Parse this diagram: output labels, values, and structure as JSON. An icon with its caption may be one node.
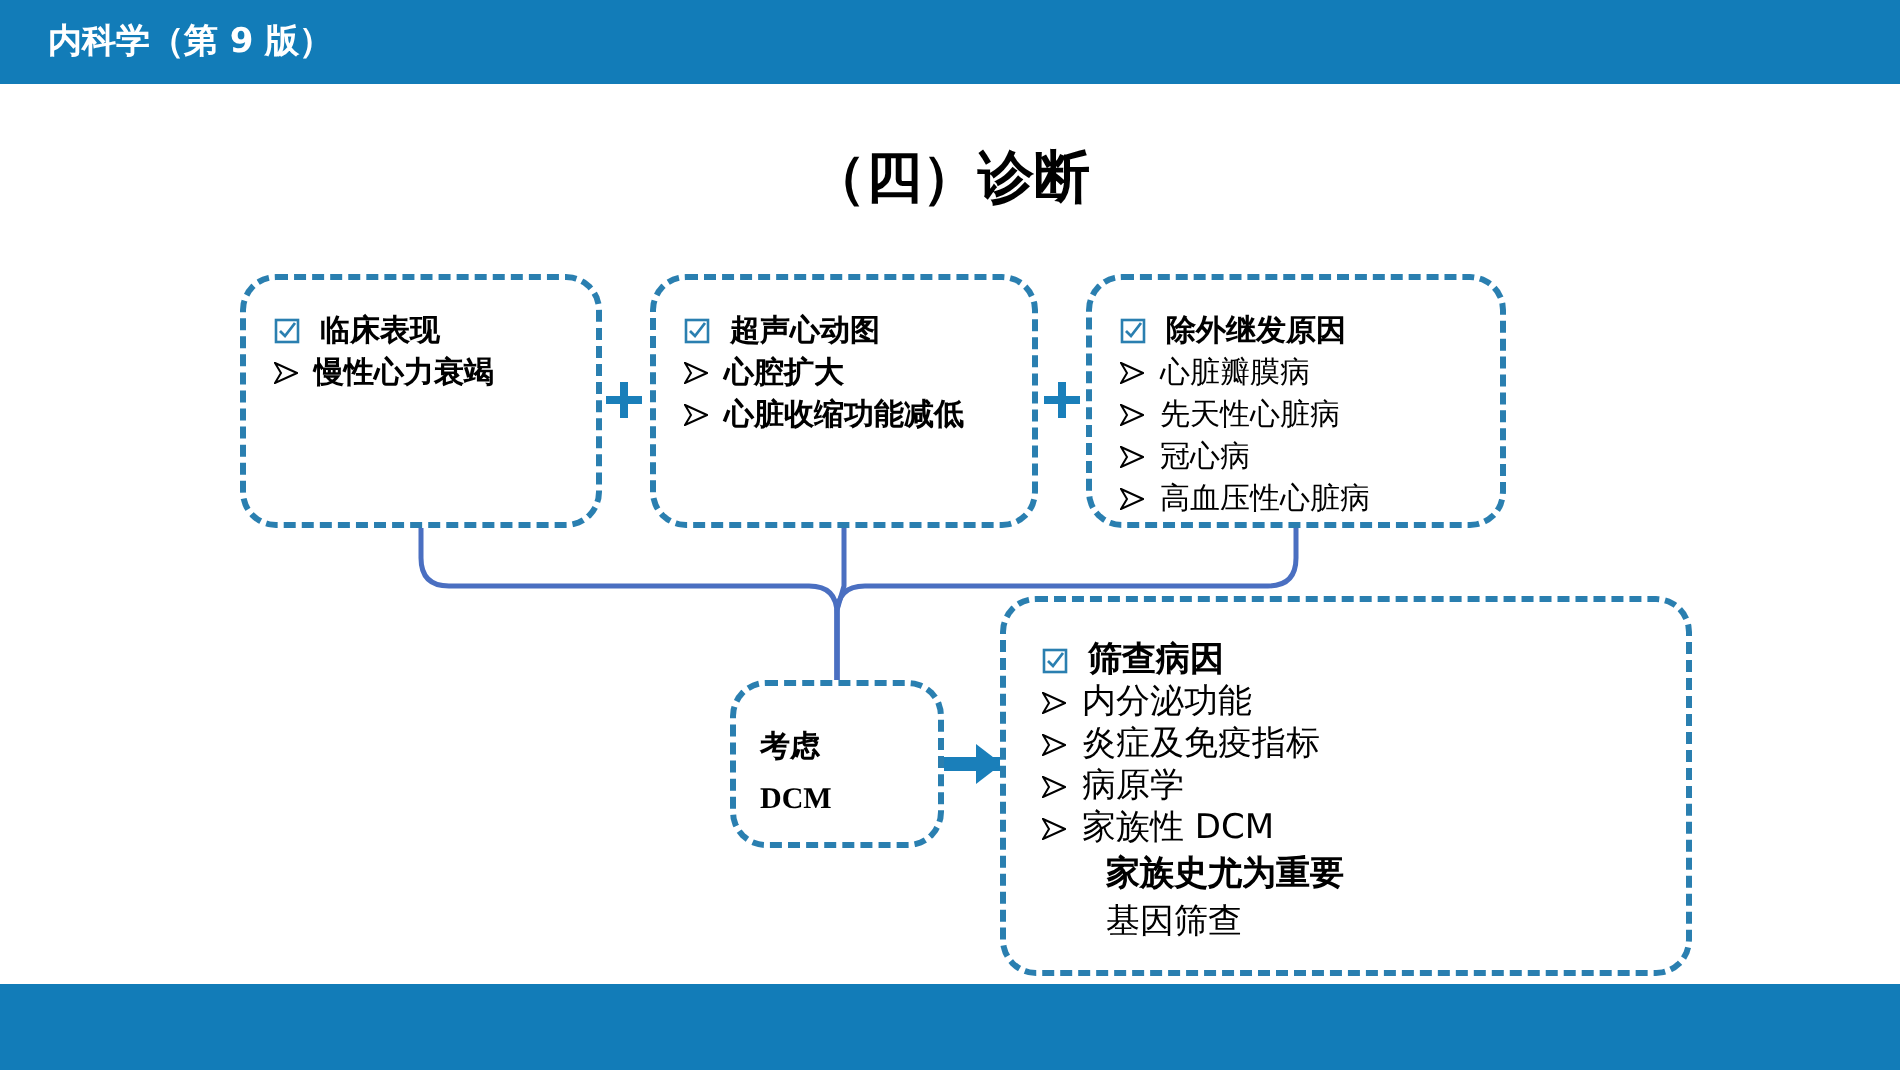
{
  "diagram": {
    "title": "（四）诊断",
    "nodes": [
      {
        "text": [
          "临床表现",
          "慢性心力衰竭"
        ]
      },
      {
        "text": [
          "超声心动图",
          "心腔扩大",
          "心脏收缩功能减低"
        ]
      },
      {
        "text": [
          "除外继发原因",
          "心脏瓣膜病",
          "先天性心脏病",
          "冠心病",
          "高血压性心脏病"
        ]
      },
      {
        "text": [
          "考虑 DCM"
        ]
      },
      {
        "text": [
          "筛查病因",
          "内分泌功能",
          "炎症及免疫指标",
          "病原学",
          "家族性 DCM",
          "家族史尤为重要",
          "基因筛查"
        ]
      }
    ],
    "edges": [
      {
        "from": 0,
        "to": 3,
        "arrow": "none"
      },
      {
        "from": 1,
        "to": 3,
        "arrow": "none"
      },
      {
        "from": 2,
        "to": 3,
        "arrow": "none"
      },
      {
        "from": 3,
        "to": 4,
        "arrow": "to",
        "style": "thick",
        "color": "#1a7fba"
      }
    ],
    "labels": [
      "内科学（第 9 版）"
    ]
  }
}
